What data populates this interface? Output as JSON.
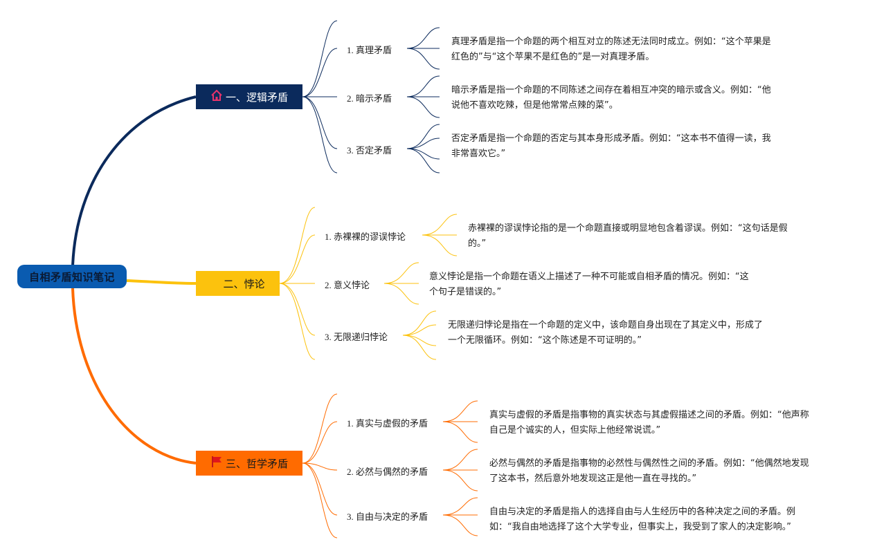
{
  "root": {
    "label": "自相矛盾知识笔记"
  },
  "branches": [
    {
      "label": "一、逻辑矛盾",
      "icon": "home-icon",
      "color": "#0b2a5c",
      "children": [
        {
          "label": "1. 真理矛盾",
          "text_line1": "真理矛盾是指一个命题的两个相互对立的陈述无法同时成立。例如：“这个苹果是",
          "text_line2": "红色的”与“这个苹果不是红色的”是一对真理矛盾。"
        },
        {
          "label": "2. 暗示矛盾",
          "text_line1": "暗示矛盾是指一个命题的不同陈述之间存在着相互冲突的暗示或含义。例如：“他",
          "text_line2": "说他不喜欢吃辣，但是他常常点辣的菜”。"
        },
        {
          "label": "3. 否定矛盾",
          "text_line1": "否定矛盾是指一个命题的否定与其本身形成矛盾。例如：“这本书不值得一读，我",
          "text_line2": "非常喜欢它。”"
        }
      ]
    },
    {
      "label": "二、悖论",
      "icon": "",
      "color": "#fcc20d",
      "children": [
        {
          "label": "1. 赤裸裸的谬误悖论",
          "text_line1": "赤裸裸的谬误悖论指的是一个命题直接或明显地包含着谬误。例如：“这句话是假",
          "text_line2": "的。”"
        },
        {
          "label": "2. 意义悖论",
          "text_line1": "意义悖论是指一个命题在语义上描述了一种不可能或自相矛盾的情况。例如：“这",
          "text_line2": "个句子是错误的。”"
        },
        {
          "label": "3. 无限递归悖论",
          "text_line1": "无限递归悖论是指在一个命题的定义中，该命题自身出现在了其定义中，形成了",
          "text_line2": "一个无限循环。例如：“这个陈述是不可证明的。”"
        }
      ]
    },
    {
      "label": "三、哲学矛盾",
      "icon": "flag-icon",
      "color": "#ff6b00",
      "children": [
        {
          "label": "1. 真实与虚假的矛盾",
          "text_line1": "真实与虚假的矛盾是指事物的真实状态与其虚假描述之间的矛盾。例如：“他声称",
          "text_line2": "自己是个诚实的人，但实际上他经常说谎。”"
        },
        {
          "label": "2. 必然与偶然的矛盾",
          "text_line1": "必然与偶然的矛盾是指事物的必然性与偶然性之间的矛盾。例如：“他偶然地发现",
          "text_line2": "了这本书，然后意外地发现这正是他一直在寻找的。”"
        },
        {
          "label": "3. 自由与决定的矛盾",
          "text_line1": "自由与决定的矛盾是指人的选择自由与人生经历中的各种决定之间的矛盾。例",
          "text_line2": "如：“我自由地选择了这个大学专业，但事实上，我受到了家人的决定影响。”"
        }
      ]
    }
  ]
}
